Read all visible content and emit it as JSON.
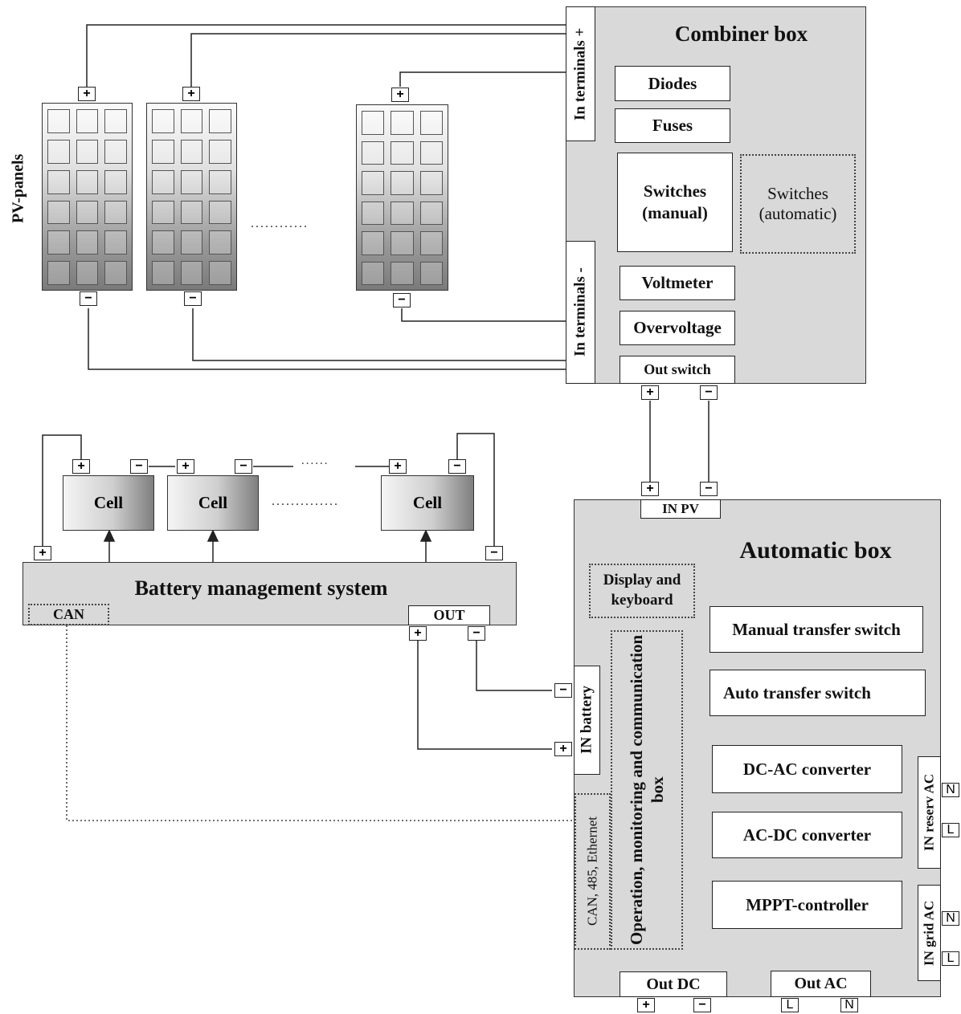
{
  "pv": {
    "side_label": "PV-panels",
    "ellipsis": "............"
  },
  "combiner": {
    "title": "Combiner box",
    "in_plus": "In terminals +",
    "in_minus": "In terminals -",
    "diodes": "Diodes",
    "fuses": "Fuses",
    "switches_manual": "Switches (manual)",
    "switches_auto": "Switches (automatic)",
    "voltmeter": "Voltmeter",
    "overvoltage": "Overvoltage",
    "out_switch": "Out switch"
  },
  "battery": {
    "cell_label": "Cell",
    "bms": "Battery management system",
    "can": "CAN",
    "out": "OUT",
    "ellipsis_top": "......",
    "ellipsis_mid": ".............."
  },
  "automatic": {
    "title": "Automatic box",
    "in_pv": "IN PV",
    "display": "Display and keyboard",
    "manual_ts": "Manual transfer switch",
    "auto_ts": "Auto transfer switch",
    "dc_ac": "DC-AC converter",
    "ac_dc": "AC-DC converter",
    "mppt": "MPPT-controller",
    "in_battery": "IN battery",
    "omc": "Operation, monitoring and communication box",
    "comm": "CAN, 485, Ethernet",
    "in_reserv": "IN reserv AC",
    "in_grid": "IN grid AC",
    "out_dc": "Out DC",
    "out_ac": "Out AC"
  },
  "symbols": {
    "plus": "+",
    "minus": "−",
    "L": "L",
    "N": "N"
  }
}
